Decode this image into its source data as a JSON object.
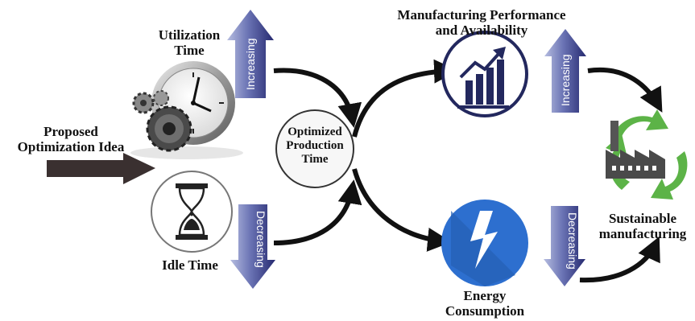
{
  "labels": {
    "proposed_line1": "Proposed",
    "proposed_line2": "Optimization Idea",
    "utilization_line1": "Utilization",
    "utilization_line2": "Time",
    "idle_time": "Idle Time",
    "center_line1": "Optimized",
    "center_line2": "Production",
    "center_line3": "Time",
    "mfg_line1": "Manufacturing Performance",
    "mfg_line2": "and Availability",
    "energy_line1": "Energy",
    "energy_line2": "Consumption",
    "sustainable_line1": "Sustainable",
    "sustainable_line2": "manufacturing"
  },
  "arrows": {
    "utilization": "Increasing",
    "idle": "Decreasing",
    "mfg": "Increasing",
    "energy": "Decreasing"
  },
  "icons": {
    "clock": "clock-gears-icon",
    "hourglass": "hourglass-icon",
    "chart": "rising-bar-chart-icon",
    "lightning": "lightning-bolt-icon",
    "recycle": "recycle-factory-icon"
  },
  "colors": {
    "arrow_light": "#8b94c8",
    "arrow_dark": "#2c2f78",
    "chart_navy": "#23285e",
    "energy_blue": "#2d6fcf",
    "recycle_green": "#5cb347",
    "connector": "#111111",
    "input_arrow": "#3a3030"
  }
}
